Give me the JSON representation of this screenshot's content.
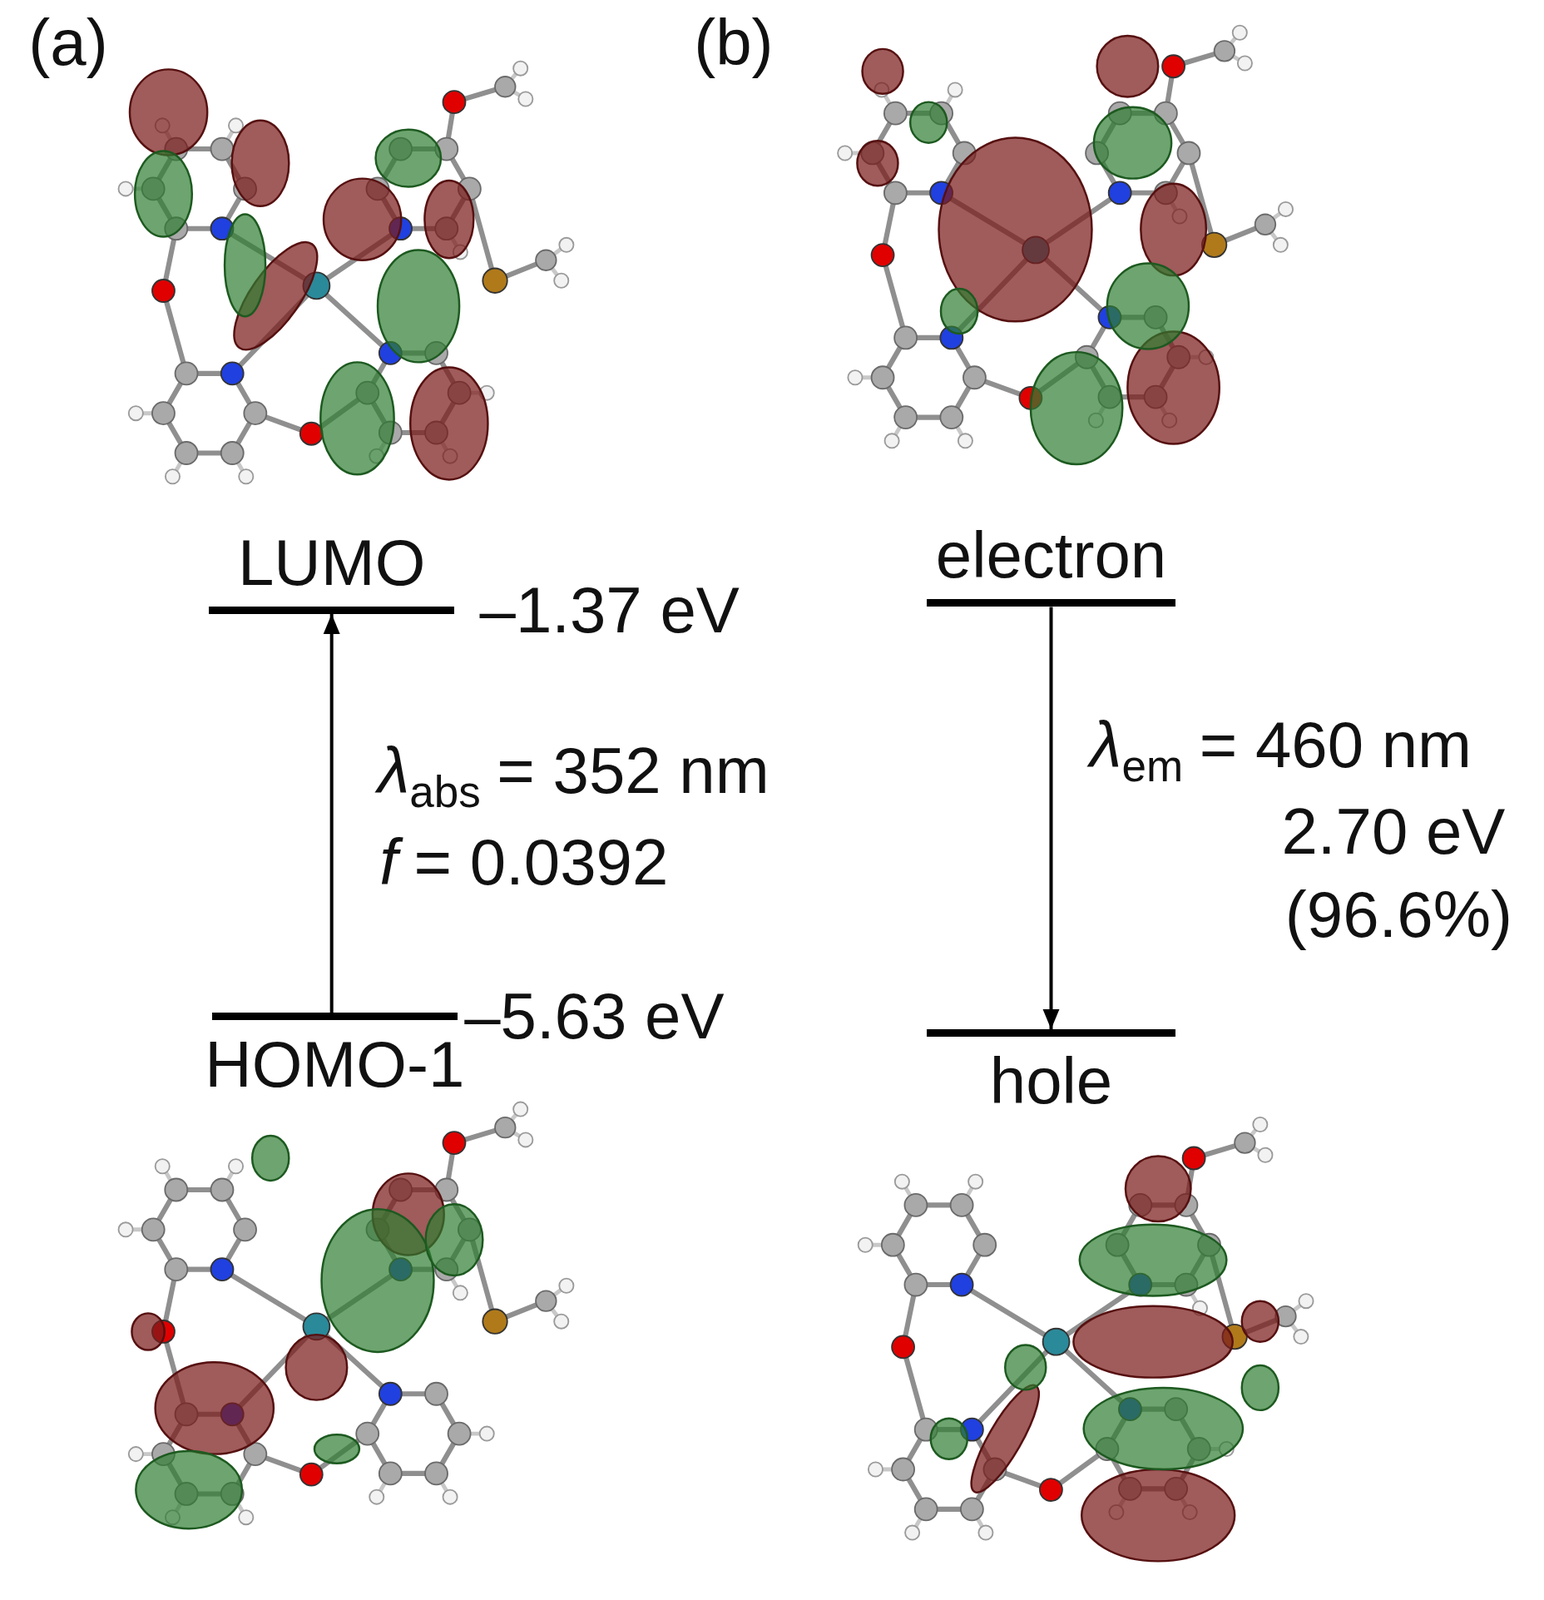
{
  "diagram": {
    "nodes": [
      {
        "text": [
          "LUMO"
        ]
      },
      {
        "text": [
          "HOMO-1"
        ]
      },
      {
        "text": [
          "electron"
        ]
      },
      {
        "text": [
          "hole"
        ]
      }
    ],
    "edges": [
      {
        "from": 1,
        "to": 0,
        "arrow": "to"
      },
      {
        "from": 2,
        "to": 3,
        "arrow": "to"
      }
    ],
    "labels": [
      "(a)",
      "(b)",
      "–1.37 eV",
      "–5.63 eV",
      "λ",
      "abs",
      "= 352 nm",
      "f",
      "= 0.0392",
      "λ",
      "em",
      "= 460 nm",
      "2.70 eV",
      "(96.6%)"
    ]
  }
}
